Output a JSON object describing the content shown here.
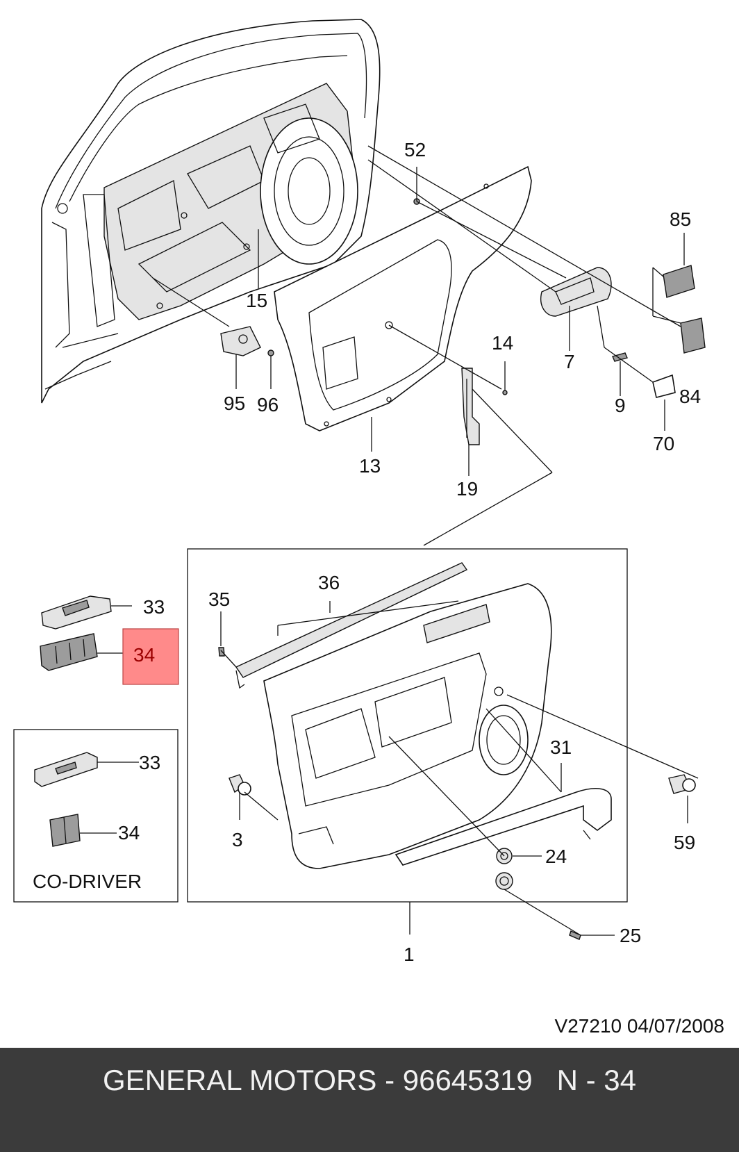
{
  "diagram": {
    "code_date": "V27210  04/07/2008",
    "codriver_caption": "CO-DRIVER",
    "highlighted_part": "34",
    "parts": [
      {
        "id": "p52",
        "label": "52"
      },
      {
        "id": "p85",
        "label": "85"
      },
      {
        "id": "p15",
        "label": "15"
      },
      {
        "id": "p7",
        "label": "7"
      },
      {
        "id": "p14",
        "label": "14"
      },
      {
        "id": "p84",
        "label": "84"
      },
      {
        "id": "p95",
        "label": "95"
      },
      {
        "id": "p96",
        "label": "96"
      },
      {
        "id": "p9",
        "label": "9"
      },
      {
        "id": "p70",
        "label": "70"
      },
      {
        "id": "p13",
        "label": "13"
      },
      {
        "id": "p19",
        "label": "19"
      },
      {
        "id": "p36",
        "label": "36"
      },
      {
        "id": "p35",
        "label": "35"
      },
      {
        "id": "p33a",
        "label": "33"
      },
      {
        "id": "p34a",
        "label": "34"
      },
      {
        "id": "p31",
        "label": "31"
      },
      {
        "id": "p33b",
        "label": "33"
      },
      {
        "id": "p34b",
        "label": "34"
      },
      {
        "id": "p59",
        "label": "59"
      },
      {
        "id": "p3",
        "label": "3"
      },
      {
        "id": "p24",
        "label": "24"
      },
      {
        "id": "p25",
        "label": "25"
      },
      {
        "id": "p1",
        "label": "1"
      }
    ]
  },
  "footer": {
    "text": "GENERAL MOTORS - 96645319   N - 34"
  }
}
